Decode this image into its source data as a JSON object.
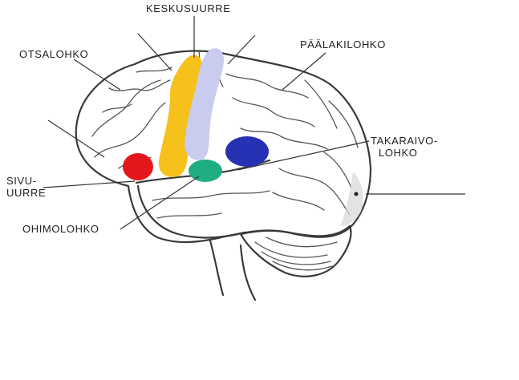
{
  "labels": {
    "central_sulcus": "KESKUSUURRE",
    "frontal_lobe": "OTSALOHKO",
    "parietal_lobe": "PÄÄLAKILOHKO",
    "occipital_lobe_line1": "TAKARAIVO-",
    "occipital_lobe_line2": "LOHKO",
    "lateral_sulcus_line1": "SIVU-",
    "lateral_sulcus_line2": "UURRE",
    "temporal_lobe": "OHIMOLOHKO"
  },
  "highlight_colors": {
    "motor_strip": "#f5c11a",
    "sensory_strip": "#c9cbef",
    "broca_area": "#e3161c",
    "auditory_area": "#1fae82",
    "wernicke_area": "#2631b4",
    "occipital_shading": "#d9d9d9"
  }
}
